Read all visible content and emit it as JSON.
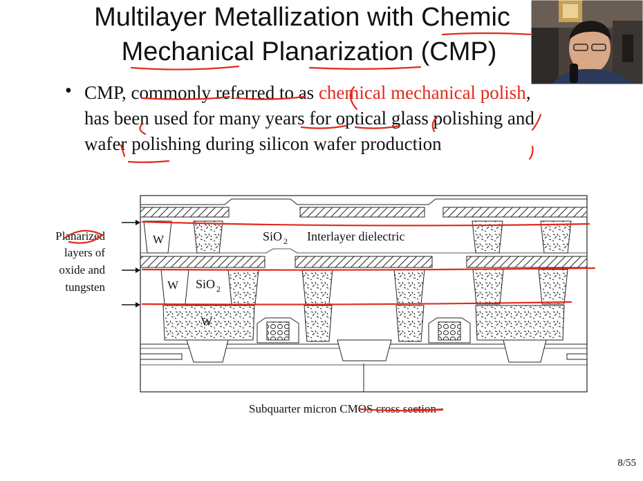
{
  "slide": {
    "title_line1": "Multilayer Metallization with Chemic",
    "title_line2": "Mechanical Planarization (CMP)",
    "bullet_symbol": "•",
    "body_segments": [
      {
        "text": "CMP, commonly referred to as ",
        "red": false
      },
      {
        "text": "chemical mechanical polish",
        "red": true
      },
      {
        "text": ", has been used for many years for optical glass polishing and wafer polishing during silicon wafer production",
        "red": false
      }
    ],
    "side_label": [
      "Planarized",
      "layers of",
      "oxide and",
      "tungsten"
    ],
    "figure_labels": {
      "w_top": "W",
      "sio2_top": "SiO",
      "sio2_top_sub": "2",
      "interlayer": "Interlayer dielectric",
      "w_mid": "W",
      "sio2_mid": "SiO",
      "sio2_mid_sub": "2",
      "w_low": "W"
    },
    "caption": "Subquarter micron CMOS cross section",
    "page_number": "8/55"
  },
  "colors": {
    "annotation_red": "#e02a1c",
    "text": "#111111"
  },
  "icons": {
    "bullet": "bullet-dot",
    "arrows": "arrow-right-icon"
  }
}
